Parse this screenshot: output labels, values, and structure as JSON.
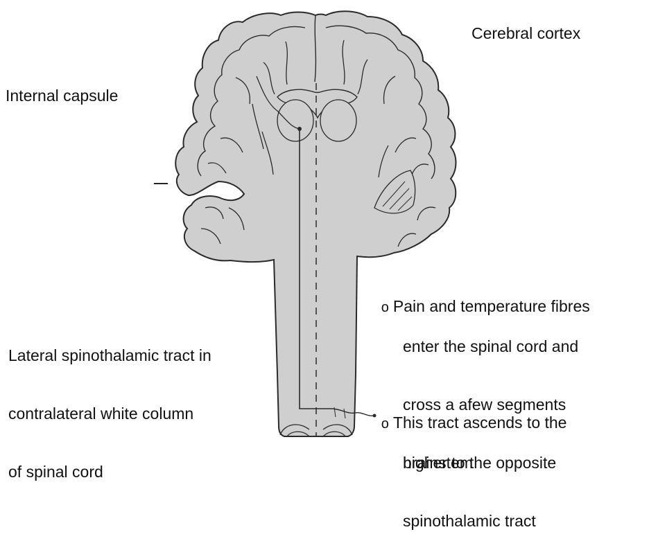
{
  "labels": {
    "cerebral_cortex": "Cerebral cortex",
    "internal_capsule": "Internal capsule",
    "lateral_tract_line1": "Lateral spinothalamic tract in",
    "lateral_tract_line2": "contralateral white column",
    "lateral_tract_line3": "of spinal cord"
  },
  "notes": [
    {
      "bullet": "o",
      "lines": [
        "Pain and temperature fibres",
        "enter the spinal cord and",
        "cross a afew segments",
        "higher to the opposite",
        "spinothalamic tract"
      ]
    },
    {
      "bullet": "o",
      "lines": [
        "This tract ascends to the",
        "brainstem"
      ]
    }
  ],
  "colors": {
    "tissue": "#cfcfcf",
    "outline": "#2a2a2a",
    "background": "#ffffff"
  }
}
